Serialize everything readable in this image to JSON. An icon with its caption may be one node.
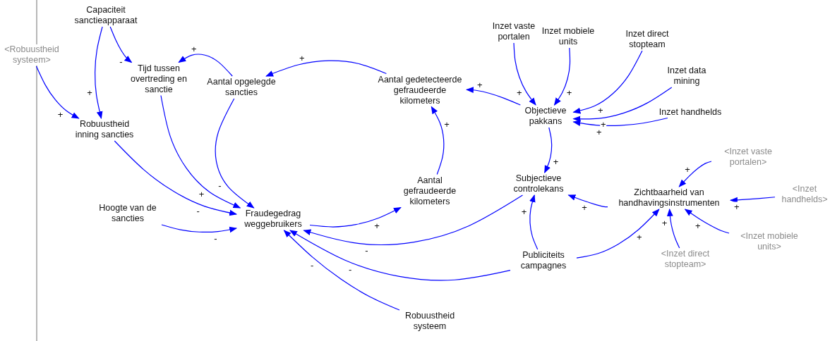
{
  "diagram": {
    "nodes": [
      {
        "text": [
          "Capaciteit sanctieapparaat"
        ]
      },
      {
        "text": [
          "<Robuustheid systeem>"
        ]
      },
      {
        "text": [
          "Tijd tussen overtreding en sanctie"
        ]
      },
      {
        "text": [
          "Aantal opgelegde sancties"
        ]
      },
      {
        "text": [
          "Aantal gedetecteerde gefraudeerde kilometers"
        ]
      },
      {
        "text": [
          "Inzet vaste portalen"
        ]
      },
      {
        "text": [
          "Inzet mobiele units"
        ]
      },
      {
        "text": [
          "Inzet direct stopteam"
        ]
      },
      {
        "text": [
          "Inzet data mining"
        ]
      },
      {
        "text": [
          "Inzet handhelds"
        ]
      },
      {
        "text": [
          "Objectieve pakkans"
        ]
      },
      {
        "text": [
          "Robuustheid inning sancties"
        ]
      },
      {
        "text": [
          "Subjectieve controlekans"
        ]
      },
      {
        "text": [
          "<Inzet vaste portalen>"
        ]
      },
      {
        "text": [
          "Zichtbaarheid van handhavingsinstrumenten"
        ]
      },
      {
        "text": [
          "<Inzet handhelds>"
        ]
      },
      {
        "text": [
          "Aantal gefraudeerde kilometers"
        ]
      },
      {
        "text": [
          "Hoogte van de sancties"
        ]
      },
      {
        "text": [
          "Fraudegedrag weggebruikers"
        ]
      },
      {
        "text": [
          "<Inzet mobiele units>"
        ]
      },
      {
        "text": [
          "<Inzet direct stopteam>"
        ]
      },
      {
        "text": [
          "Publiciteits campagnes"
        ]
      },
      {
        "text": [
          "Robuustheid systeem"
        ]
      }
    ],
    "edges": [
      {
        "from": 0,
        "to": 2,
        "arrow": "to",
        "label": "-"
      },
      {
        "from": 0,
        "to": 11,
        "arrow": "to",
        "label": "+"
      },
      {
        "from": 1,
        "to": 11,
        "arrow": "to",
        "label": "+"
      },
      {
        "from": 3,
        "to": 2,
        "arrow": "to",
        "label": "+"
      },
      {
        "from": 4,
        "to": 3,
        "arrow": "to",
        "label": "+"
      },
      {
        "from": 10,
        "to": 4,
        "arrow": "to",
        "label": "+"
      },
      {
        "from": 5,
        "to": 10,
        "arrow": "to",
        "label": "+"
      },
      {
        "from": 6,
        "to": 10,
        "arrow": "to",
        "label": "+"
      },
      {
        "from": 7,
        "to": 10,
        "arrow": "to",
        "label": "+"
      },
      {
        "from": 8,
        "to": 10,
        "arrow": "to",
        "label": "+"
      },
      {
        "from": 9,
        "to": 10,
        "arrow": "to",
        "label": "+"
      },
      {
        "from": 10,
        "to": 12,
        "arrow": "to",
        "label": "+"
      },
      {
        "from": 16,
        "to": 4,
        "arrow": "to",
        "label": "+"
      },
      {
        "from": 18,
        "to": 16,
        "arrow": "to",
        "label": "+"
      },
      {
        "from": 12,
        "to": 18,
        "arrow": "to",
        "label": "-"
      },
      {
        "from": 11,
        "to": 18,
        "arrow": "to",
        "label": "-"
      },
      {
        "from": 2,
        "to": 18,
        "arrow": "to",
        "label": "+"
      },
      {
        "from": 3,
        "to": 18,
        "arrow": "to",
        "label": "-"
      },
      {
        "from": 17,
        "to": 18,
        "arrow": "to",
        "label": "-"
      },
      {
        "from": 21,
        "to": 18,
        "arrow": "to",
        "label": "-"
      },
      {
        "from": 22,
        "to": 18,
        "arrow": "to",
        "label": "-"
      },
      {
        "from": 21,
        "to": 12,
        "arrow": "to",
        "label": "+"
      },
      {
        "from": 14,
        "to": 12,
        "arrow": "to",
        "label": "+"
      },
      {
        "from": 21,
        "to": 14,
        "arrow": "to",
        "label": "+"
      },
      {
        "from": 13,
        "to": 14,
        "arrow": "to",
        "label": "+"
      },
      {
        "from": 15,
        "to": 14,
        "arrow": "to",
        "label": "+"
      },
      {
        "from": 20,
        "to": 14,
        "arrow": "to",
        "label": "+"
      },
      {
        "from": 19,
        "to": 14,
        "arrow": "to",
        "label": "+"
      }
    ]
  }
}
